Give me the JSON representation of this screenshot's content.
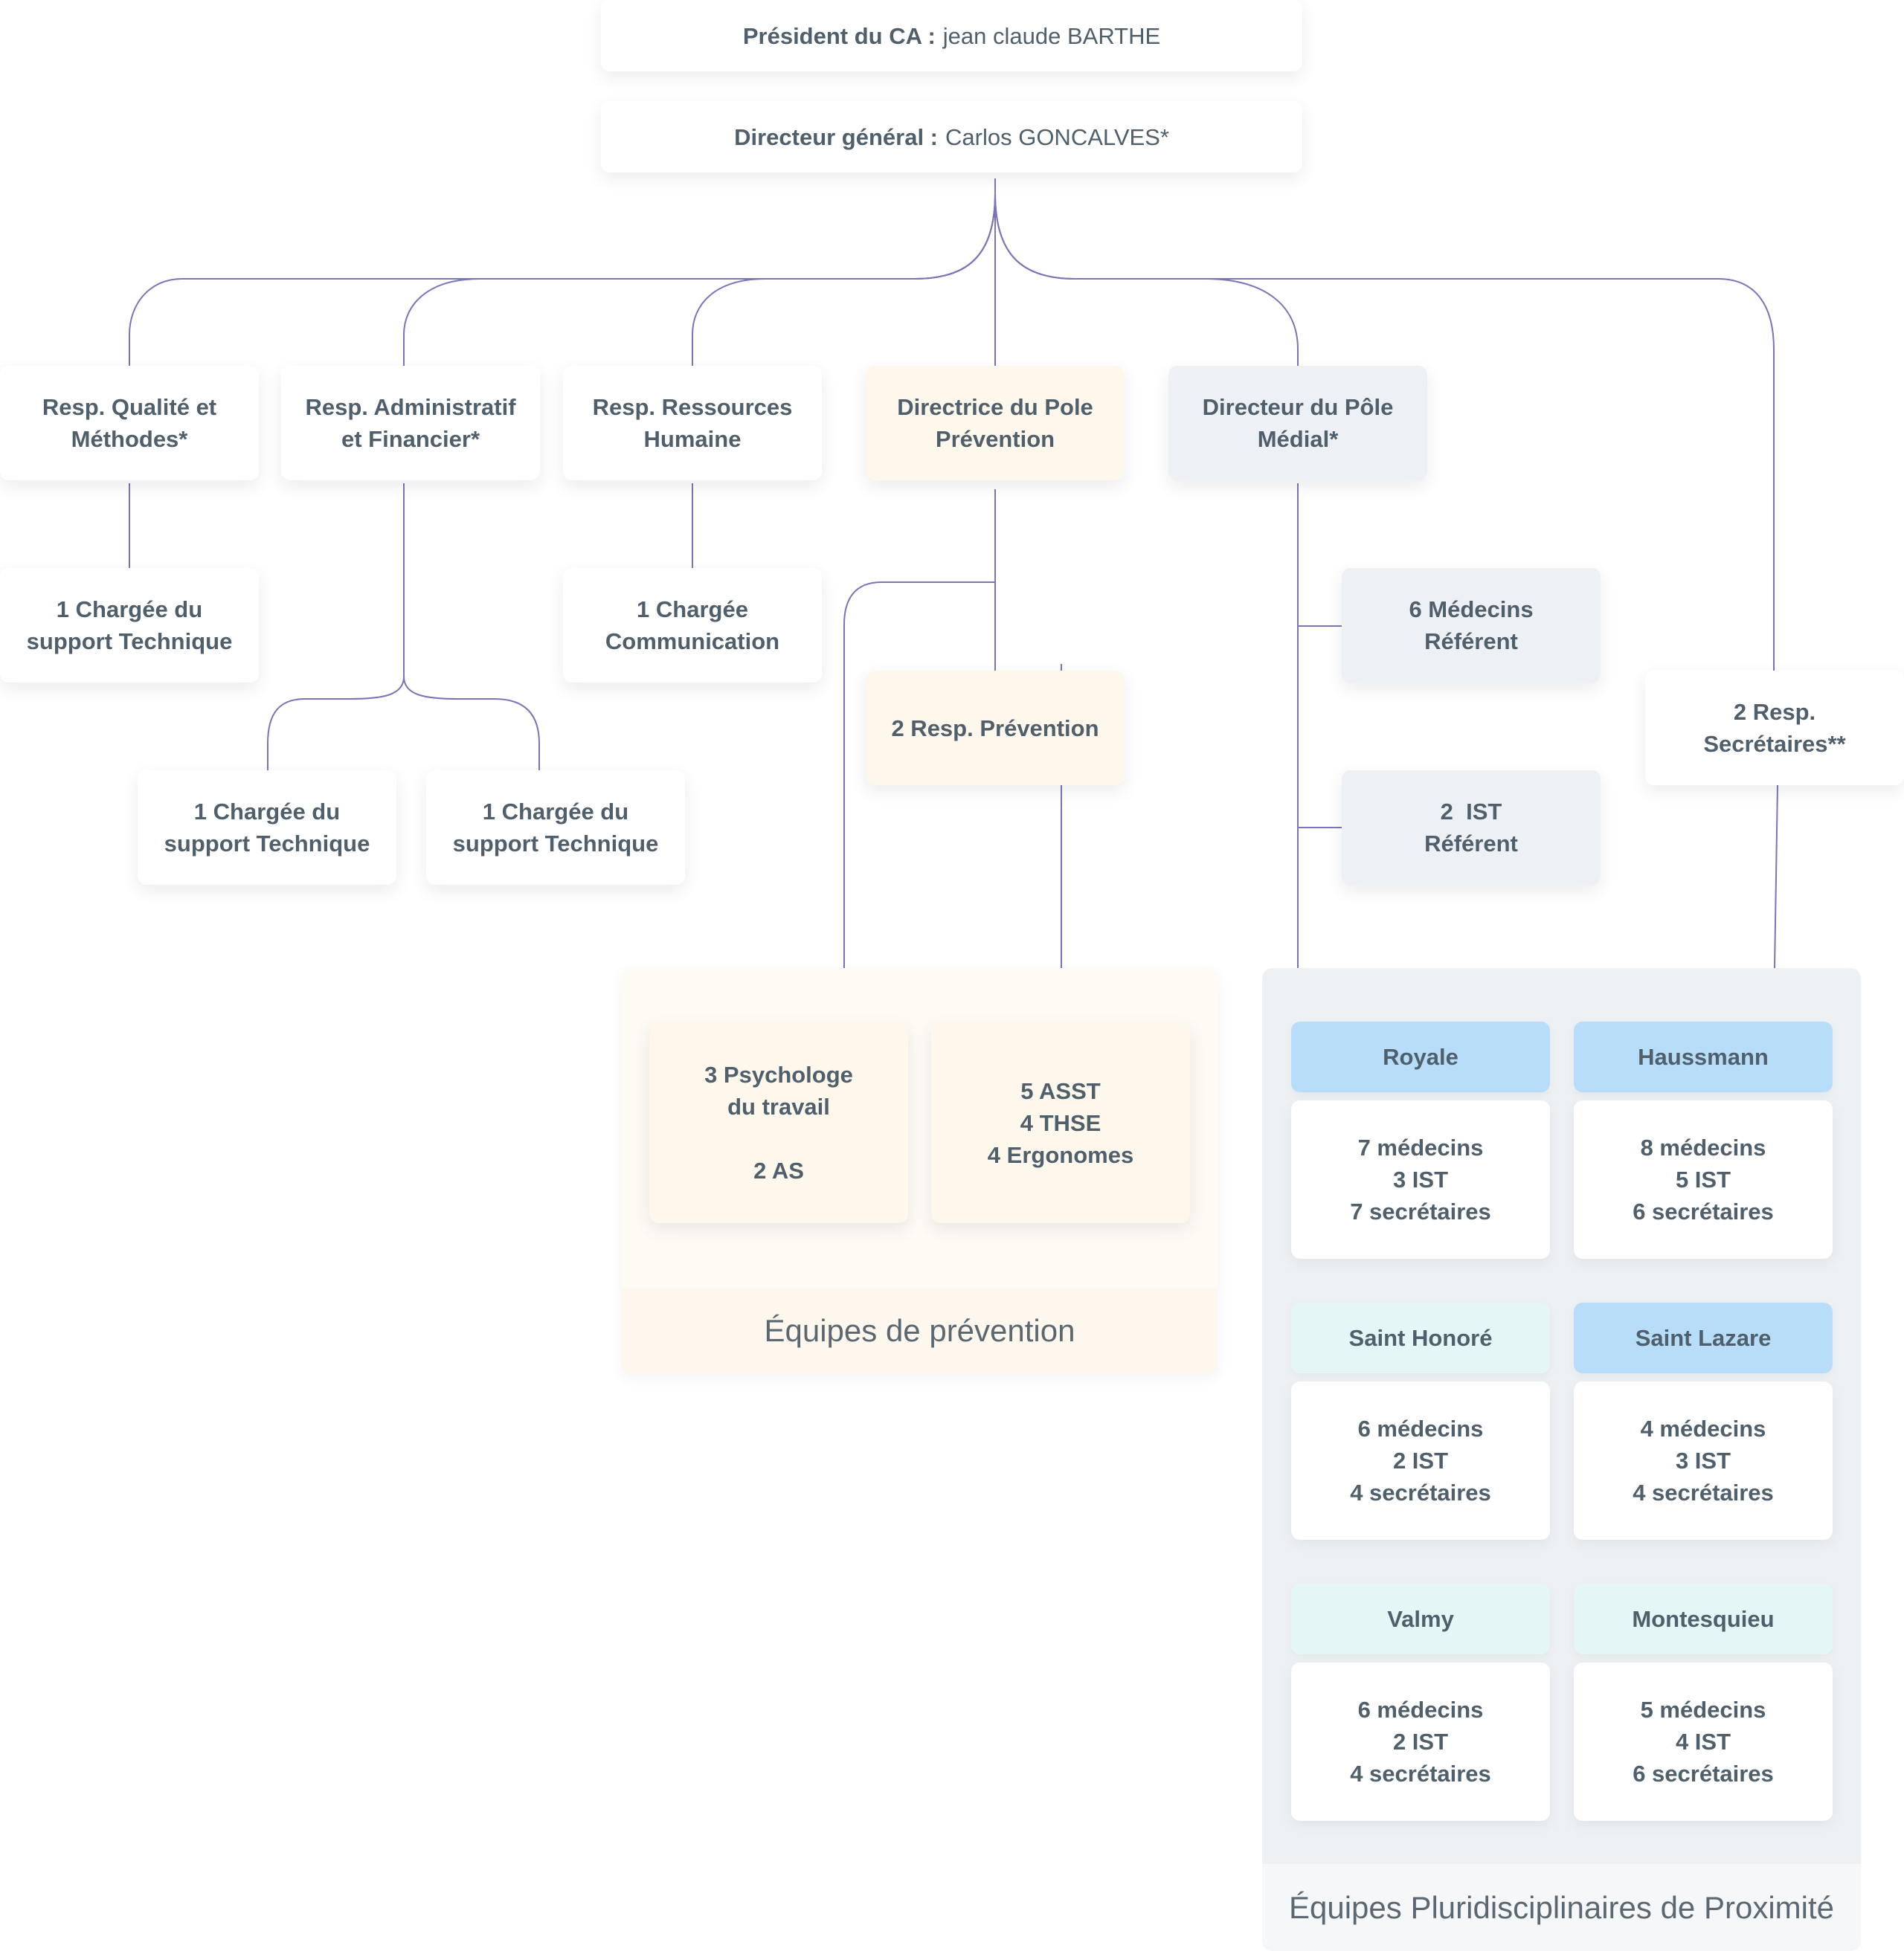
{
  "colors": {
    "connector": "#7a74b8",
    "text": "#4f5f6c",
    "prevention_bg": "#fef7ec",
    "medical_bg": "#edf0f4",
    "site_blue": "#b8ddf9",
    "site_teal": "#e5f6f6"
  },
  "board": {
    "president_label": "Président du CA :",
    "president_name": "jean claude BARTHE",
    "director_label": "Directeur général :",
    "director_name": "Carlos GONCALVES*"
  },
  "managers": {
    "quality": [
      "Resp. Qualité et",
      "Méthodes*"
    ],
    "admin": [
      "Resp. Administratif",
      "et Financier*"
    ],
    "hr": [
      "Resp. Ressources",
      "Humaine"
    ],
    "prevention": [
      "Directrice du Pole",
      "Prévention"
    ],
    "medical": [
      "Directeur du Pôle",
      "Médial*"
    ]
  },
  "staff": {
    "quality_support": [
      "1 Chargée du",
      "support Technique"
    ],
    "hr_comm": [
      "1 Chargée",
      "Communication"
    ],
    "admin_support_1": [
      "1 Chargée du",
      "support Technique"
    ],
    "admin_support_2": [
      "1 Chargée du",
      "support Technique"
    ],
    "resp_prevention": "2 Resp. Prévention",
    "medecins_referent": [
      "6 Médecins",
      "Référent"
    ],
    "ist_referent": [
      "2  IST",
      "Référent"
    ],
    "resp_secretaires": [
      "2 Resp.",
      "Secrétaires**"
    ]
  },
  "prevention_team": {
    "caption": "Équipes de prévention",
    "psych_line1": "3 Psychologe",
    "psych_line2": "du travail",
    "psych_line3": "2 AS",
    "asst": [
      "5 ASST",
      "4 THSE",
      "4 Ergonomes"
    ]
  },
  "proximity_team": {
    "caption": "Équipes Pluridisciplinaires de Proximité",
    "sites": [
      {
        "name": "Royale",
        "color": "#b8ddf9",
        "lines": [
          "7 médecins",
          "3 IST",
          "7 secrétaires"
        ]
      },
      {
        "name": "Haussmann",
        "color": "#b8ddf9",
        "lines": [
          "8 médecins",
          "5 IST",
          "6 secrétaires"
        ]
      },
      {
        "name": "Saint Honoré",
        "color": "#e5f6f6",
        "lines": [
          "6 médecins",
          "2 IST",
          "4 secrétaires"
        ]
      },
      {
        "name": "Saint Lazare",
        "color": "#b8ddf9",
        "lines": [
          "4 médecins",
          "3 IST",
          "4 secrétaires"
        ]
      },
      {
        "name": "Valmy",
        "color": "#e5f6f6",
        "lines": [
          "6 médecins",
          "2 IST",
          "4 secrétaires"
        ]
      },
      {
        "name": "Montesquieu",
        "color": "#e5f6f6",
        "lines": [
          "5 médecins",
          "4 IST",
          "6 secrétaires"
        ]
      }
    ]
  }
}
